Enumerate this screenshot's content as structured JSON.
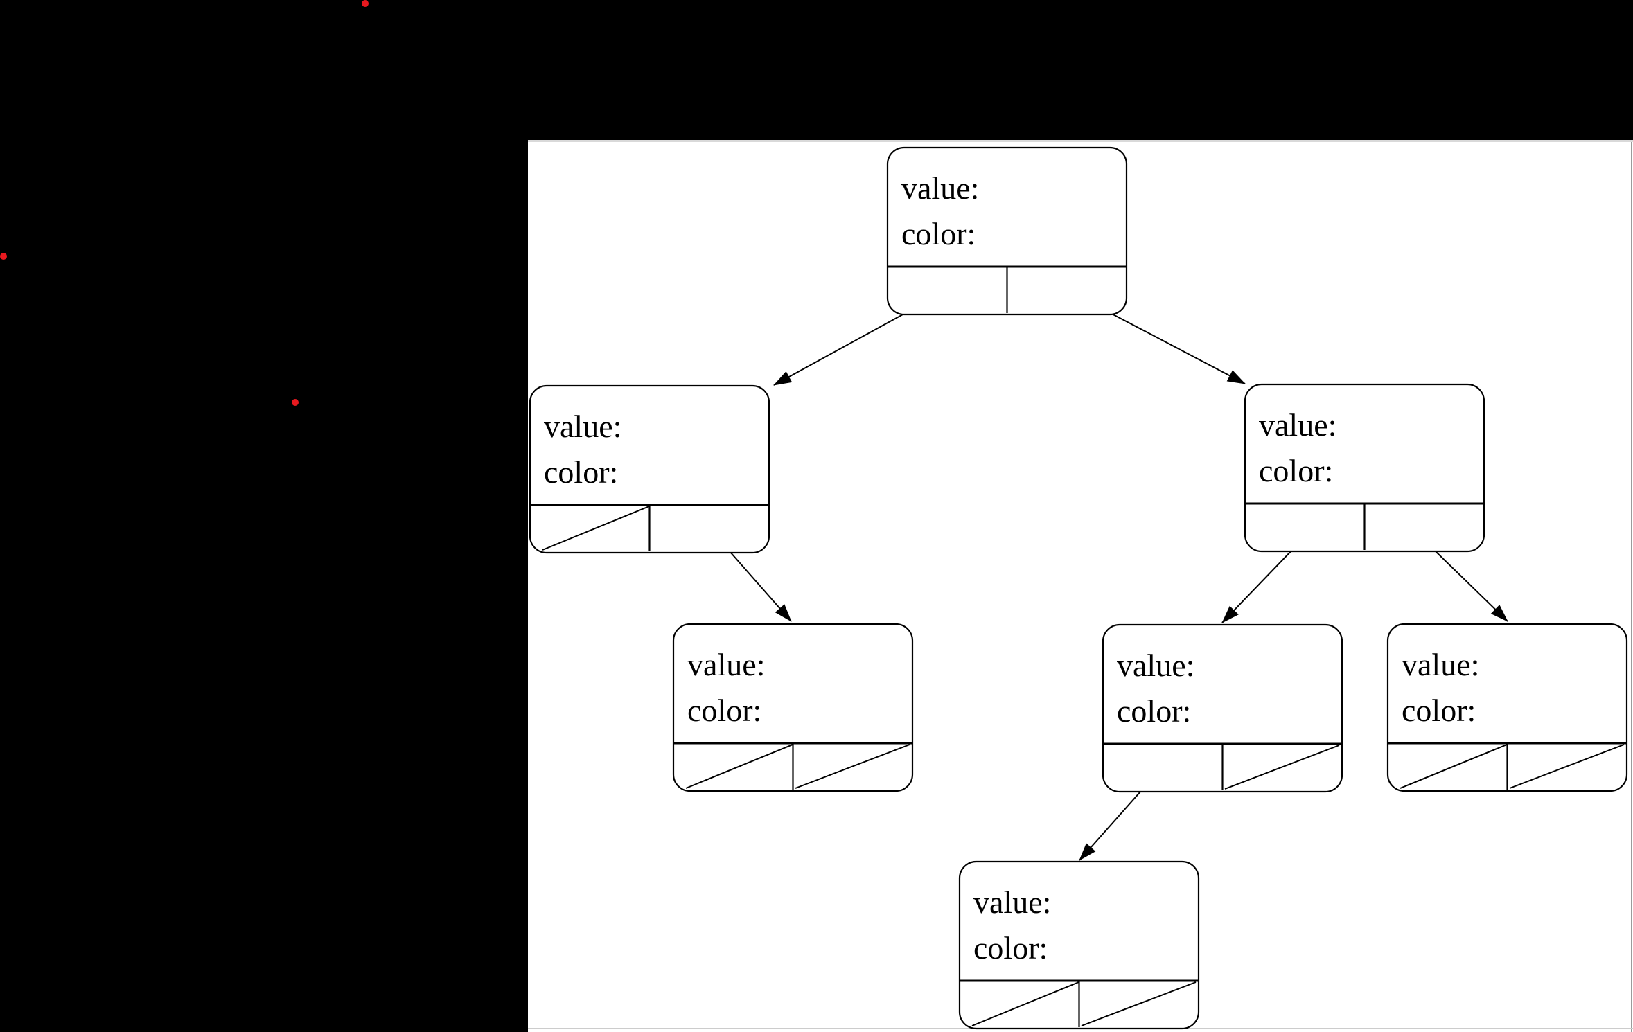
{
  "scene": {
    "background_color": "#000000",
    "panel_background": "#ffffff",
    "panel_border_top_color": "#d9d9d9",
    "panel_border_right_color": "#9b9b9b",
    "panel_border_bottom_color": "#cccccc",
    "annotation_dot_color": "#e8191f",
    "annotation_dot_count": 3
  },
  "diagram": {
    "type": "binary-tree",
    "description": "Linked binary tree nodes, each with a value field, a color field, and two pointer cells (left/right). Cells crossed by a diagonal slash are null pointers; cells with outgoing arrows point to child nodes.",
    "node_field_labels": [
      "value:",
      "color:"
    ],
    "nodes": [
      {
        "id": "root",
        "value_label": "value:",
        "color_label": "color:",
        "value": "",
        "color": "",
        "left_pointer": "left-child",
        "right_pointer": "right-child"
      },
      {
        "id": "left-child",
        "value_label": "value:",
        "color_label": "color:",
        "value": "",
        "color": "",
        "left_pointer": "null",
        "right_pointer": "left-right-grandchild"
      },
      {
        "id": "right-child",
        "value_label": "value:",
        "color_label": "color:",
        "value": "",
        "color": "",
        "left_pointer": "right-left-grandchild",
        "right_pointer": "right-right-grandchild"
      },
      {
        "id": "left-right-grandchild",
        "value_label": "value:",
        "color_label": "color:",
        "value": "",
        "color": "",
        "left_pointer": "null",
        "right_pointer": "null"
      },
      {
        "id": "right-left-grandchild",
        "value_label": "value:",
        "color_label": "color:",
        "value": "",
        "color": "",
        "left_pointer": "right-left-left-node",
        "right_pointer": "null"
      },
      {
        "id": "right-right-grandchild",
        "value_label": "value:",
        "color_label": "color:",
        "value": "",
        "color": "",
        "left_pointer": "null",
        "right_pointer": "null"
      },
      {
        "id": "right-left-left-node",
        "value_label": "value:",
        "color_label": "color:",
        "value": "",
        "color": "",
        "left_pointer": "null",
        "right_pointer": "null"
      }
    ],
    "edges": [
      {
        "from": "root.left",
        "to": "left-child"
      },
      {
        "from": "root.right",
        "to": "right-child"
      },
      {
        "from": "left-child.right",
        "to": "left-right-grandchild"
      },
      {
        "from": "right-child.left",
        "to": "right-left-grandchild"
      },
      {
        "from": "right-child.right",
        "to": "right-right-grandchild"
      },
      {
        "from": "right-left-grandchild.left",
        "to": "right-left-left-node"
      }
    ]
  }
}
